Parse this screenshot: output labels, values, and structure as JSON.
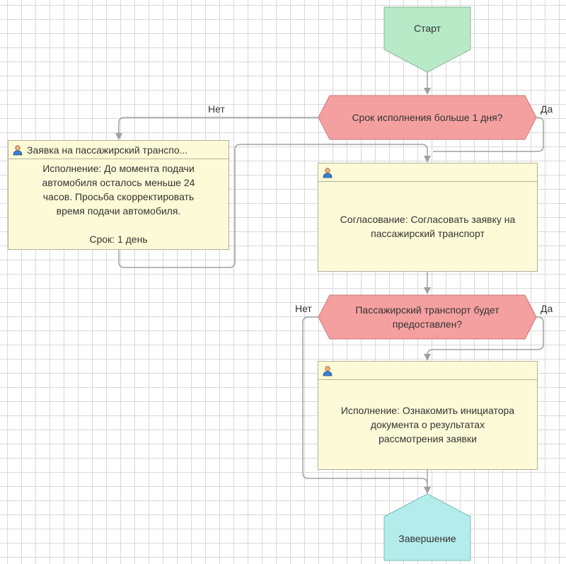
{
  "nodes": {
    "start": {
      "label": "Старт",
      "color": "#b8eac8"
    },
    "cond1": {
      "label": "Срок исполнения больше 1 дня?",
      "color": "#f5a0a0"
    },
    "task_left": {
      "title": "Заявка на пассажирский транспо...",
      "lines": [
        "Исполнение: До момента подачи",
        "автомобиля осталось меньше 24",
        "часов. Просьба скорректировать",
        "время подачи автомобиля."
      ],
      "deadline": "Срок: 1 день",
      "color": "#fdfbd7"
    },
    "task_approve": {
      "lines": [
        "Согласование: Согласовать заявку на",
        "пассажирский транспорт"
      ],
      "color": "#fdfbd7"
    },
    "cond2": {
      "lines": [
        "Пассажирский транспорт будет",
        "предоставлен?"
      ],
      "color": "#f5a0a0"
    },
    "task_notify": {
      "lines": [
        "Исполнение: Ознакомить инициатора",
        "документа о результатах",
        "рассмотрения заявки"
      ],
      "color": "#fdfbd7"
    },
    "end": {
      "label": "Завершение",
      "color": "#b4ecec"
    }
  },
  "branches": {
    "cond1_yes": "Да",
    "cond1_no": "Нет",
    "cond2_yes": "Да",
    "cond2_no": "Нет"
  },
  "icons": {
    "task": "user-icon"
  }
}
